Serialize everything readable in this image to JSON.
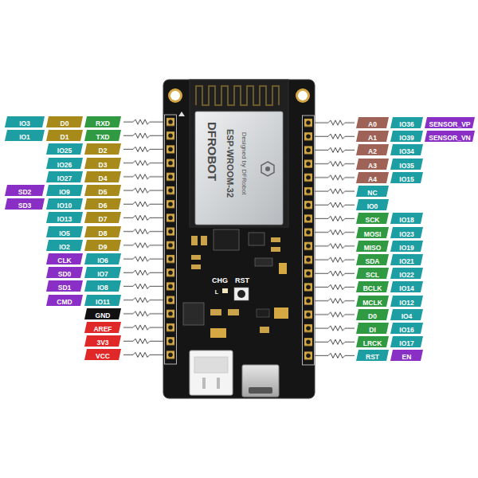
{
  "diagram": {
    "nodes": [
      {
        "text": [
          "IO3"
        ]
      },
      {
        "text": [
          "D0"
        ]
      },
      {
        "text": [
          "RXD"
        ]
      },
      {
        "text": [
          "IO1"
        ]
      },
      {
        "text": [
          "D1"
        ]
      },
      {
        "text": [
          "TXD"
        ]
      },
      {
        "text": [
          "IO25"
        ]
      },
      {
        "text": [
          "D2"
        ]
      },
      {
        "text": [
          "IO26"
        ]
      },
      {
        "text": [
          "D3"
        ]
      },
      {
        "text": [
          "IO27"
        ]
      },
      {
        "text": [
          "D4"
        ]
      },
      {
        "text": [
          "SD2"
        ]
      },
      {
        "text": [
          "IO9"
        ]
      },
      {
        "text": [
          "D5"
        ]
      },
      {
        "text": [
          "SD3"
        ]
      },
      {
        "text": [
          "IO10"
        ]
      },
      {
        "text": [
          "D6"
        ]
      },
      {
        "text": [
          "IO13"
        ]
      },
      {
        "text": [
          "D7"
        ]
      },
      {
        "text": [
          "IO5"
        ]
      },
      {
        "text": [
          "D8"
        ]
      },
      {
        "text": [
          "IO2"
        ]
      },
      {
        "text": [
          "D9"
        ]
      },
      {
        "text": [
          "CLK"
        ]
      },
      {
        "text": [
          "IO6"
        ]
      },
      {
        "text": [
          "SD0"
        ]
      },
      {
        "text": [
          "IO7"
        ]
      },
      {
        "text": [
          "SD1"
        ]
      },
      {
        "text": [
          "IO8"
        ]
      },
      {
        "text": [
          "CMD"
        ]
      },
      {
        "text": [
          "IO11"
        ]
      },
      {
        "text": [
          "GND"
        ]
      },
      {
        "text": [
          "AREF"
        ]
      },
      {
        "text": [
          "3V3"
        ]
      },
      {
        "text": [
          "VCC"
        ]
      },
      {
        "text": [
          "A0"
        ]
      },
      {
        "text": [
          "IO36"
        ]
      },
      {
        "text": [
          "SENSOR_VP"
        ]
      },
      {
        "text": [
          "A1"
        ]
      },
      {
        "text": [
          "IO39"
        ]
      },
      {
        "text": [
          "SENSOR_VN"
        ]
      },
      {
        "text": [
          "A2"
        ]
      },
      {
        "text": [
          "IO34"
        ]
      },
      {
        "text": [
          "A3"
        ]
      },
      {
        "text": [
          "IO35"
        ]
      },
      {
        "text": [
          "A4"
        ]
      },
      {
        "text": [
          "IO15"
        ]
      },
      {
        "text": [
          "NC"
        ]
      },
      {
        "text": [
          "IO0"
        ]
      },
      {
        "text": [
          "SCK"
        ]
      },
      {
        "text": [
          "IO18"
        ]
      },
      {
        "text": [
          "MOSI"
        ]
      },
      {
        "text": [
          "IO23"
        ]
      },
      {
        "text": [
          "MISO"
        ]
      },
      {
        "text": [
          "IO19"
        ]
      },
      {
        "text": [
          "SDA"
        ]
      },
      {
        "text": [
          "IO21"
        ]
      },
      {
        "text": [
          "SCL"
        ]
      },
      {
        "text": [
          "IO22"
        ]
      },
      {
        "text": [
          "BCLK"
        ]
      },
      {
        "text": [
          "IO14"
        ]
      },
      {
        "text": [
          "MCLK"
        ]
      },
      {
        "text": [
          "IO12"
        ]
      },
      {
        "text": [
          "D0"
        ]
      },
      {
        "text": [
          "IO4"
        ]
      },
      {
        "text": [
          "DI"
        ]
      },
      {
        "text": [
          "IO16"
        ]
      },
      {
        "text": [
          "LRCK"
        ]
      },
      {
        "text": [
          "IO17"
        ]
      },
      {
        "text": [
          "RST"
        ]
      },
      {
        "text": [
          "EN"
        ]
      }
    ],
    "labels": [
      "DFROBOT",
      "ESP-WROOM-32",
      "Designed by DFRobot",
      "CHG",
      "L",
      "RST"
    ]
  }
}
